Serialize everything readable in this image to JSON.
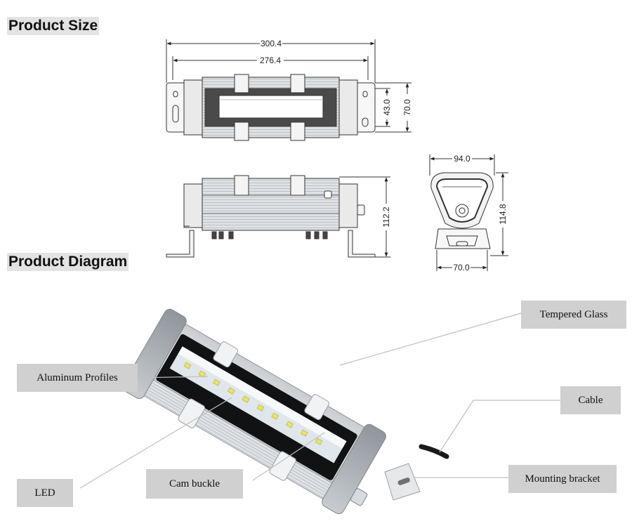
{
  "headings": {
    "size": "Product Size",
    "diagram": "Product Diagram"
  },
  "dimensions": {
    "overall_length": "300.4",
    "body_length": "276.4",
    "lens_height": "43.0",
    "top_width": "70.0",
    "side_height": "112.2",
    "end_width": "94.0",
    "end_height": "114.8",
    "base_width": "70.0"
  },
  "callouts": {
    "tempered_glass": "Tempered Glass",
    "aluminum_profiles": "Aluminum Profiles",
    "cable": "Cable",
    "led": "LED",
    "cam_buckle": "Cam buckle",
    "mounting_bracket": "Mounting bracket"
  }
}
